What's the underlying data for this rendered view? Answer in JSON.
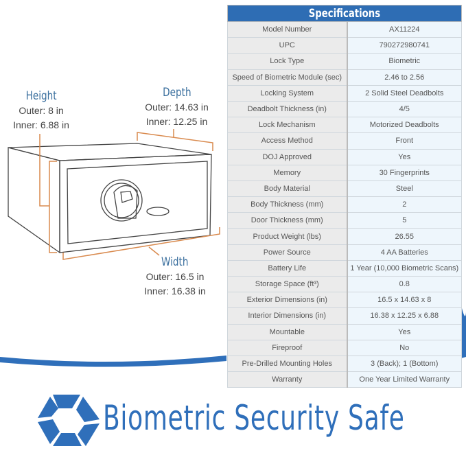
{
  "dimensions": {
    "height": {
      "title": "Height",
      "outer": "Outer: 8 in",
      "inner": "Inner: 6.88 in"
    },
    "depth": {
      "title": "Depth",
      "outer": "Outer: 14.63 in",
      "inner": "Inner: 12.25 in"
    },
    "width": {
      "title": "Width",
      "outer": "Outer: 16.5 in",
      "inner": "Inner: 16.38 in"
    }
  },
  "colors": {
    "brand": "#2f6fba",
    "dimension_lines": "#d98a4e"
  },
  "specs": {
    "title": "Specifications",
    "rows": [
      [
        "Model Number",
        "AX11224"
      ],
      [
        "UPC",
        "790272980741"
      ],
      [
        "Lock Type",
        "Biometric"
      ],
      [
        "Speed of Biometric Module (sec)",
        "2.46 to 2.56"
      ],
      [
        "Locking System",
        "2 Solid Steel Deadbolts"
      ],
      [
        "Deadbolt Thickness (in)",
        "4/5"
      ],
      [
        "Lock Mechanism",
        "Motorized Deadbolts"
      ],
      [
        "Access Method",
        "Front"
      ],
      [
        "DOJ Approved",
        "Yes"
      ],
      [
        "Memory",
        "30 Fingerprints"
      ],
      [
        "Body Material",
        "Steel"
      ],
      [
        "Body Thickness (mm)",
        "2"
      ],
      [
        "Door Thickness (mm)",
        "5"
      ],
      [
        "Product Weight (lbs)",
        "26.55"
      ],
      [
        "Power Source",
        "4 AA Batteries"
      ],
      [
        "Battery Life",
        "1 Year (10,000 Biometric Scans)"
      ],
      [
        "Storage Space (ft³)",
        "0.8"
      ],
      [
        "Exterior Dimensions (in)",
        "16.5 x 14.63 x 8"
      ],
      [
        "Interior Dimensions (in)",
        "16.38 x 12.25 x 6.88"
      ],
      [
        "Mountable",
        "Yes"
      ],
      [
        "Fireproof",
        "No"
      ],
      [
        "Pre-Drilled Mounting Holes",
        "3 (Back); 1 (Bottom)"
      ],
      [
        "Warranty",
        "One Year Limited Warranty"
      ]
    ]
  },
  "brand": {
    "name": "Biometric Security Safe"
  }
}
